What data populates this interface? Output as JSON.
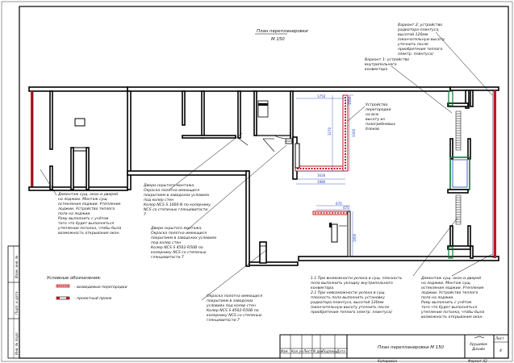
{
  "plan": {
    "title": "План перепланировки",
    "scale": "М 150"
  },
  "notes": {
    "variant2": [
      "Вариант 2: устройство",
      "радиатора-плинтуса,",
      "высотой 120мм",
      "(окончательную высоту",
      "уточнить после",
      "приобретения теплого",
      "электр. плинтуса)"
    ],
    "variant1": [
      "Вариант 1: устройство",
      "внутрипольного",
      "конвектора"
    ],
    "partition": [
      "Устройство",
      "перегородки",
      "на всю",
      "высоту из",
      "пазогребневых",
      "блоков"
    ],
    "demolition_left": [
      "Демонтаж сущ. окон и дверей",
      "на лоджию. Монтаж сущ.",
      "остекления лоджии. Утепление",
      "лоджии. Устройство теплого",
      "пола на лоджии.",
      "Раму выполнить с учётом",
      "того что будет выполняться",
      "утепление потолка, чтобы была",
      "возможность открывания окон."
    ],
    "hidden_door1": [
      "Двери скрытого монтажа.",
      "Окраска полотна имеющися",
      "покрытием в заводских условиях",
      "под колер стен",
      "Колер NCS S 1000-N по колернику",
      "NCS со степенью глянцевитости",
      "7"
    ],
    "hidden_door2": [
      "Двери скрытого монтажа.",
      "Окраска полотна имеющися",
      "покрытием в заводских условиях",
      "под колер стен",
      "Колер NCS S 4502-R50B по",
      "колернику NCS со степенью",
      "глянцевитости 7"
    ],
    "hidden_door3": [
      "Окраска полотна имеющися",
      "покрытием в заводских",
      "условиях под колер стен",
      "Колер NCS S 4502-R50B по",
      "колернику NCS со степенью",
      "глянцевитости 7"
    ],
    "heater": [
      "1.1 При возможности уклона в сущ. плоскость",
      "пола выполнить укладку внутрипольного",
      "конвектора.",
      "2.1 При невозможности уклона в сущ.",
      "плоскость пола выполнить установку",
      "радиатора-плинтуса, высотой 120мм",
      "(окончательную высоту уточнить после",
      "приобретения теплого электр. плинтуса)"
    ],
    "demolition_right": [
      "Демонтаж сущ. окон и дверей",
      "на лоджию. Монтаж сущ.",
      "остекления лоджии. Утепление",
      "лоджии. Устройство теплого",
      "пола на лоджии.",
      "Раму выполнить с учётом",
      "того что будет выполняться",
      "утепление потолка, чтобы была",
      "возможность открывания окон."
    ]
  },
  "legend": {
    "title": "Условные обозначения:",
    "item1": "- возводимые перегородки",
    "item2": "- проектный проем"
  },
  "dimensions": {
    "d1750": "1750",
    "d1630": "1630",
    "d1980": "1980",
    "d3270": "3270",
    "d3300": "3300",
    "d470": "470",
    "d670": "670",
    "d1550": "1550",
    "d1600": "1600"
  },
  "stamp": {
    "cols": [
      "Изм.",
      "Кол.уч",
      "Лист",
      "N док",
      "Подпись",
      "Дата"
    ],
    "name": "План перепланировки М 150",
    "sheet_label": "Лист",
    "sheet_no": "4",
    "copied": "Копировал",
    "format": "Формат А3",
    "logo_line1": "Хрущевок",
    "logo_line2": "Дизайн",
    "side_labels": [
      "Инв. № подл.",
      "Подп. и дата",
      "Взам. инв. №"
    ]
  }
}
